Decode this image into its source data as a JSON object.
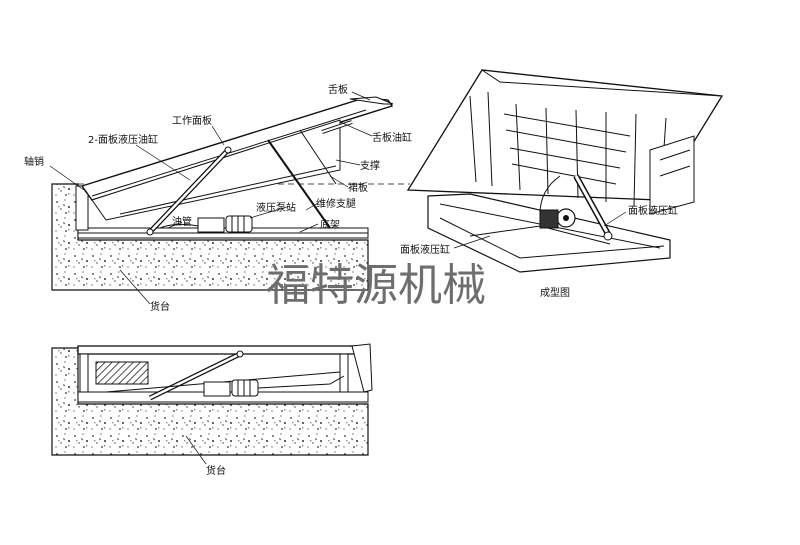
{
  "labels": {
    "tongue_plate": "舌板",
    "work_deck": "工作面板",
    "deck_cylinder_2": "2-面板液压油缸",
    "tongue_cylinder": "舌板油缸",
    "hinge_pin": "轴销",
    "support": "支撑",
    "skirt_plate": "裙板",
    "pump_station": "液压泵站",
    "maint_leg": "维修支腿",
    "oil_pipe": "油管",
    "base_frame": "底架",
    "dock_top": "货台",
    "deck_cylinder": "面板液压缸",
    "deck_cylinder_bottom": "面板液压缸",
    "model_view": "成型图",
    "dock_bottom": "货台"
  },
  "watermark": "福特源机械"
}
